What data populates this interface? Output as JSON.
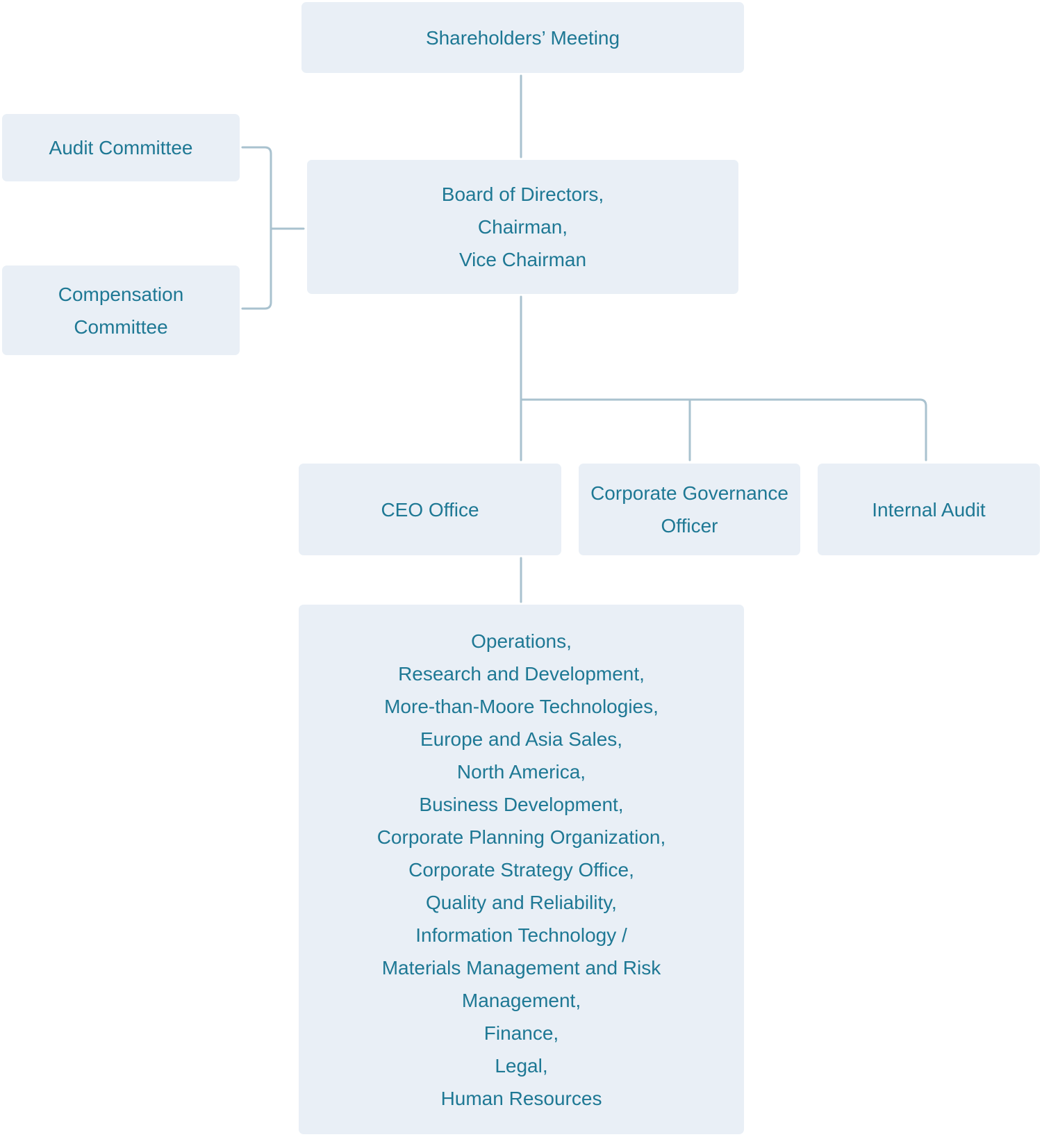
{
  "nodes": {
    "shareholders": {
      "lines": [
        "Shareholders’ Meeting"
      ]
    },
    "audit_committee": {
      "lines": [
        "Audit Committee"
      ]
    },
    "compensation_committee": {
      "lines": [
        "Compensation",
        "Committee"
      ]
    },
    "board": {
      "lines": [
        "Board of Directors,",
        "Chairman,",
        "Vice Chairman"
      ]
    },
    "ceo_office": {
      "lines": [
        "CEO Office"
      ]
    },
    "governance_officer": {
      "lines": [
        "Corporate Governance",
        "Officer"
      ]
    },
    "internal_audit": {
      "lines": [
        "Internal Audit"
      ]
    },
    "divisions": {
      "lines": [
        "Operations,",
        "Research and Development,",
        "More-than-Moore Technologies,",
        "Europe and Asia Sales,",
        "North America,",
        "Business Development,",
        "Corporate Planning Organization,",
        "Corporate Strategy Office,",
        "Quality and Reliability,",
        "Information Technology /",
        "Materials Management and Risk",
        "Management,",
        "Finance,",
        "Legal,",
        "Human Resources"
      ]
    }
  },
  "colors": {
    "box_fill": "#e9eff6",
    "text": "#1e7894",
    "connector": "#a9c2cf"
  }
}
